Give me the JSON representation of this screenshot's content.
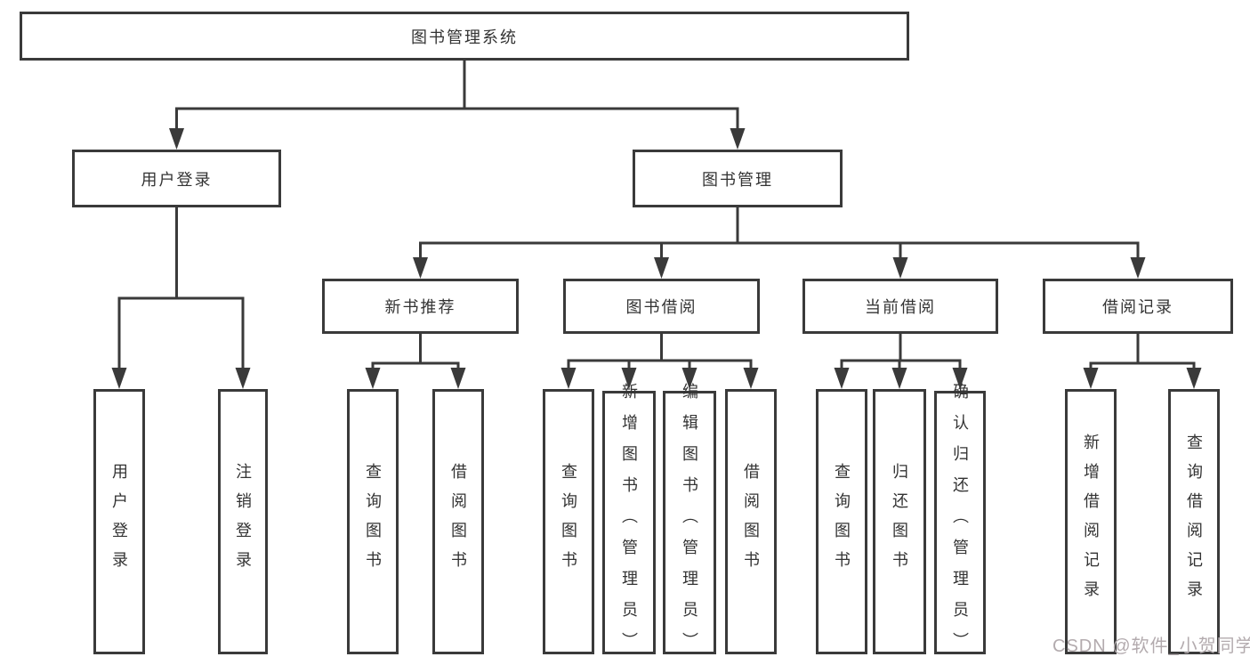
{
  "page": {
    "watermark": "CSDN @软件_小贺同学"
  },
  "colors": {
    "line": "#3a3a3a",
    "text": "#333333",
    "background": "#ffffff",
    "watermark": "#b3abae"
  },
  "tree": {
    "label": "图书管理系统",
    "children": [
      {
        "label": "用户登录",
        "children": [
          {
            "label": "用户登录"
          },
          {
            "label": "注销登录"
          }
        ]
      },
      {
        "label": "图书管理",
        "children": [
          {
            "label": "新书推荐",
            "children": [
              {
                "label": "查询图书"
              },
              {
                "label": "借阅图书"
              }
            ]
          },
          {
            "label": "图书借阅",
            "children": [
              {
                "label": "查询图书"
              },
              {
                "label": "新增图书（管理员）"
              },
              {
                "label": "编辑图书（管理员）"
              },
              {
                "label": "借阅图书"
              }
            ]
          },
          {
            "label": "当前借阅",
            "children": [
              {
                "label": "查询图书"
              },
              {
                "label": "归还图书"
              },
              {
                "label": "确认归还（管理员）"
              }
            ]
          },
          {
            "label": "借阅记录",
            "children": [
              {
                "label": "新增借阅记录"
              },
              {
                "label": "查询借阅记录"
              }
            ]
          }
        ]
      }
    ]
  }
}
